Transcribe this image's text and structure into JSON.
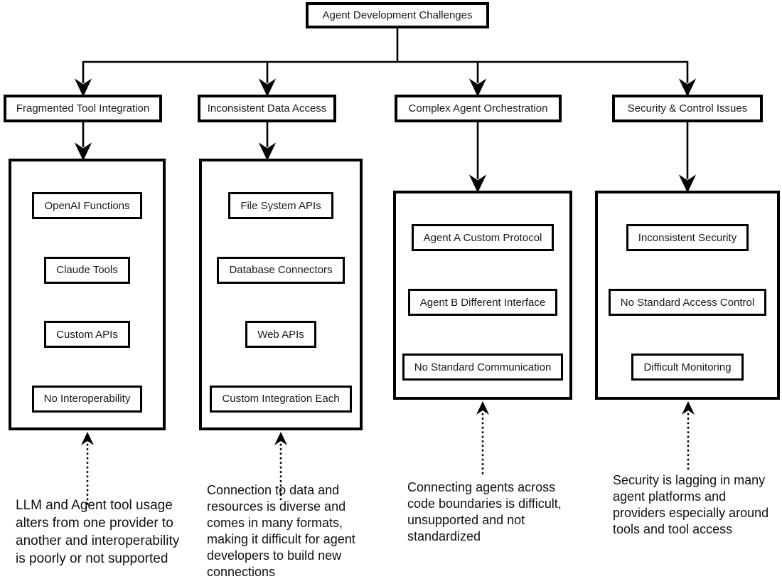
{
  "root": {
    "label": "Agent Development Challenges"
  },
  "branches": [
    {
      "header": "Fragmented Tool Integration",
      "items": [
        "OpenAI Functions",
        "Claude Tools",
        "Custom APIs",
        "No Interoperability"
      ],
      "note_lines": [
        "LLM and Agent tool usage",
        "alters from one provider to",
        "another and interoperability",
        "is poorly or not supported"
      ]
    },
    {
      "header": "Inconsistent Data Access",
      "items": [
        "File System APIs",
        "Database Connectors",
        "Web APIs",
        "Custom Integration Each"
      ],
      "note_lines": [
        "Connection to data and",
        "resources is diverse and",
        "comes in many formats,",
        "making it difficult for agent",
        "developers to build new",
        "connections"
      ]
    },
    {
      "header": "Complex Agent Orchestration",
      "items": [
        "Agent A Custom Protocol",
        "Agent B Different Interface",
        "No Standard Communication"
      ],
      "note_lines": [
        "Connecting agents across",
        "code boundaries is difficult,",
        "unsupported and not",
        "standardized"
      ]
    },
    {
      "header": "Security & Control Issues",
      "items": [
        "Inconsistent Security",
        "No Standard Access Control",
        "Difficult Monitoring"
      ],
      "note_lines": [
        "Security is lagging in many",
        "agent platforms and",
        "providers especially around",
        "tools and tool access"
      ]
    }
  ],
  "colors": {
    "line": "#000000",
    "border": "#000000",
    "background": "#ffffff",
    "text": "#1a1a1a"
  }
}
